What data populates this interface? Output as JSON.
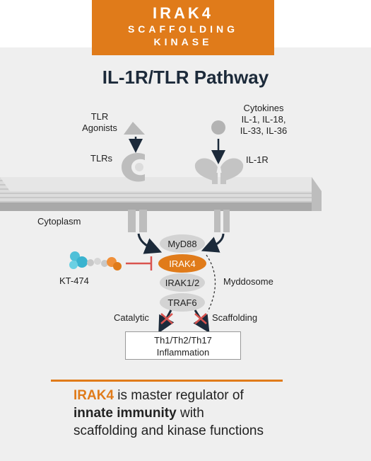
{
  "badge": {
    "line1": "IRAK4",
    "line2": "SCAFFOLDING",
    "line3": "KINASE"
  },
  "title": "IL-1R/TLR Pathway",
  "labels": {
    "tlr_agonists_1": "TLR",
    "tlr_agonists_2": "Agonists",
    "tlrs": "TLRs",
    "cytokines_1": "Cytokines",
    "cytokines_2": "IL-1, IL-18,",
    "cytokines_3": "IL-33, IL-36",
    "il1r": "IL-1R",
    "cytoplasm": "Cytoplasm",
    "kt474": "KT-474",
    "myddosome": "Myddosome",
    "catalytic": "Catalytic",
    "scaffolding": "Scaffolding"
  },
  "complex": [
    "MyD88",
    "IRAK4",
    "IRAK1/2",
    "TRAF6"
  ],
  "outcome": {
    "line1": "Th1/Th2/Th17",
    "line2": "Inflammation"
  },
  "summary": {
    "highlight": "IRAK4",
    "part1": " is master regulator of",
    "bold": "innate immunity",
    "part2": " with",
    "part3": "scaffolding and kinase functions"
  },
  "colors": {
    "accent": "#e07b1a",
    "title": "#1c2a3a",
    "complex": "#d3d3d3",
    "inhibit": "#d9534f"
  }
}
